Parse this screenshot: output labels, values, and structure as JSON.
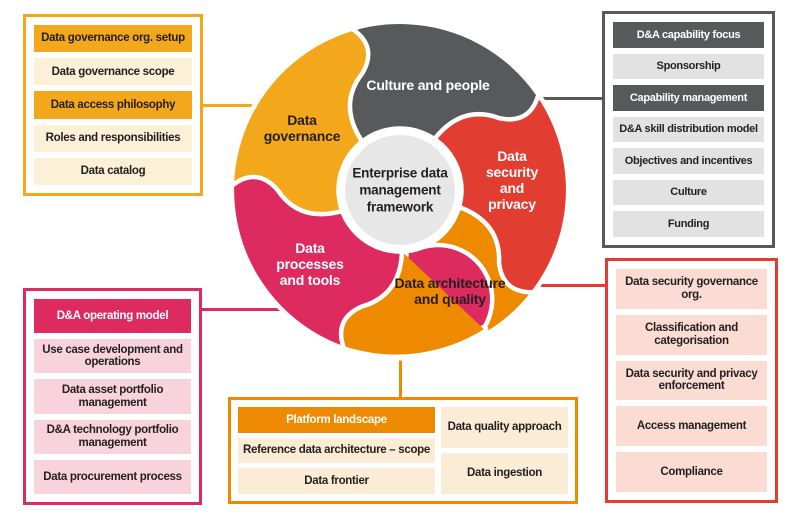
{
  "title": "Enterprise data management framework diagram",
  "colors": {
    "amber": "#F3A81B",
    "amber_light": "#FCF0D7",
    "gray": "#58595B",
    "gray_light": "#E2E2E3",
    "red": "#E23D31",
    "red_light": "#FADCD3",
    "orange": "#EE8A00",
    "orange_light": "#FBEDD5",
    "pink": "#DD2A5F",
    "pink_light": "#F8D3DD",
    "center_circle": "#E7E7E8",
    "ink": "#231F20"
  },
  "center": {
    "label": "Enterprise data\nmanagement\nframework"
  },
  "petals": {
    "culture": {
      "label": "Culture and people",
      "color": "#58595B"
    },
    "governance": {
      "label": "Data\ngovernance",
      "color": "#F3A81B"
    },
    "security": {
      "label": "Data\nsecurity\nand\nprivacy",
      "color": "#E23D31"
    },
    "architecture": {
      "label": "Data architecture\nand quality",
      "color": "#EE8A00"
    },
    "processes": {
      "label": "Data\nprocesses\nand tools",
      "color": "#DD2A5F"
    }
  },
  "boxes": {
    "top_left": {
      "items": [
        {
          "label": "Data governance org. setup",
          "highlight": true
        },
        {
          "label": "Data governance scope",
          "highlight": false
        },
        {
          "label": "Data access philosophy",
          "highlight": true
        },
        {
          "label": "Roles and responsibilities",
          "highlight": false
        },
        {
          "label": "Data catalog",
          "highlight": false
        }
      ]
    },
    "top_right": {
      "items": [
        {
          "label": "D&A capability focus",
          "highlight": true
        },
        {
          "label": "Sponsorship",
          "highlight": false
        },
        {
          "label": "Capability management",
          "highlight": true
        },
        {
          "label": "D&A skill distribution model",
          "highlight": false
        },
        {
          "label": "Objectives and incentives",
          "highlight": false
        },
        {
          "label": "Culture",
          "highlight": false
        },
        {
          "label": "Funding",
          "highlight": false
        }
      ]
    },
    "bottom_left": {
      "items": [
        {
          "label": "D&A operating model",
          "highlight": true
        },
        {
          "label": "Use case development and operations",
          "highlight": false
        },
        {
          "label": "Data asset portfolio management",
          "highlight": false
        },
        {
          "label": "D&A technology portfolio management",
          "highlight": false
        },
        {
          "label": "Data procurement process",
          "highlight": false
        }
      ]
    },
    "bottom_right": {
      "items": [
        {
          "label": "Data security governance org.",
          "highlight": false
        },
        {
          "label": "Classification and categorisation",
          "highlight": false
        },
        {
          "label": "Data security and privacy enforcement",
          "highlight": false
        },
        {
          "label": "Access management",
          "highlight": false
        },
        {
          "label": "Compliance",
          "highlight": false
        }
      ]
    },
    "bottom_center": {
      "left_column": {
        "items": [
          {
            "label": "Platform landscape",
            "highlight": true
          },
          {
            "label": "Reference data architecture – scope",
            "highlight": false
          },
          {
            "label": "Data frontier",
            "highlight": false
          }
        ]
      },
      "right_column": {
        "items": [
          {
            "label": "Data quality approach",
            "highlight": false
          },
          {
            "label": "Data ingestion",
            "highlight": false
          }
        ]
      }
    }
  }
}
